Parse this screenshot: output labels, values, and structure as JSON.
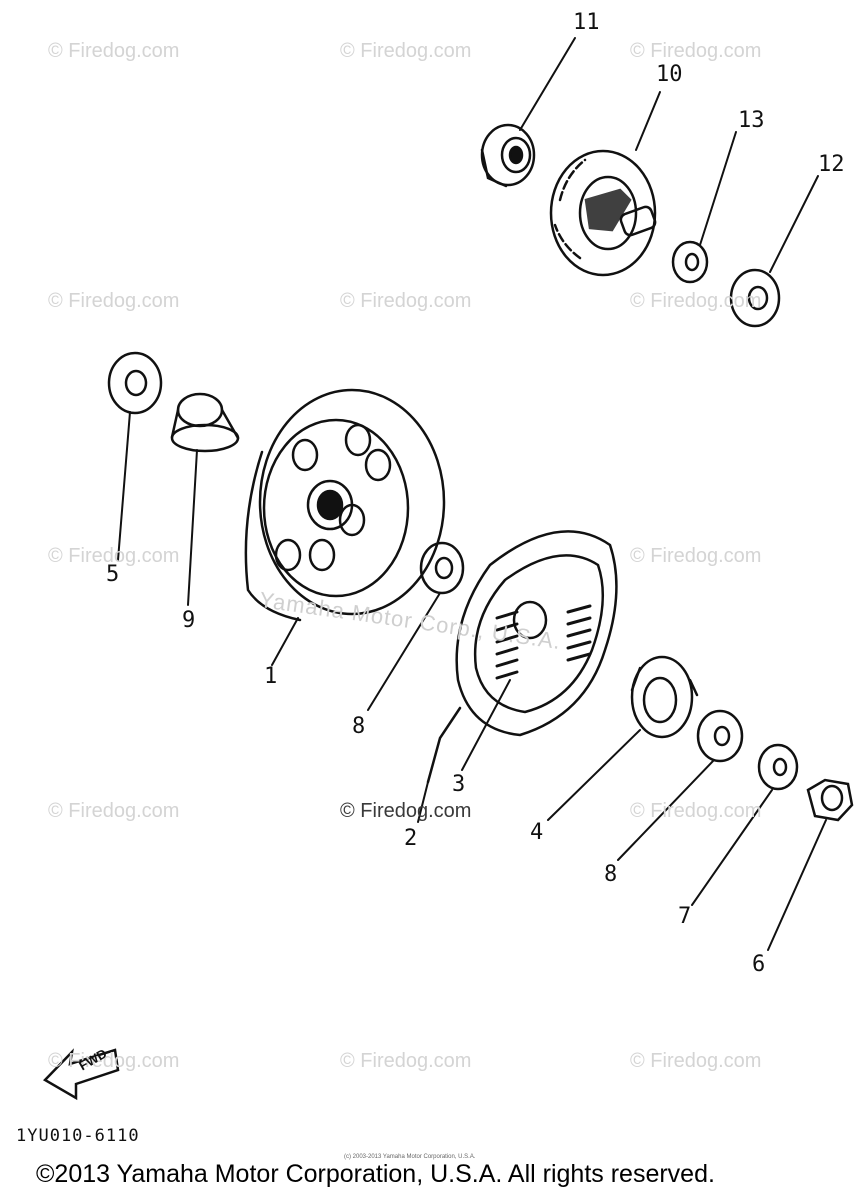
{
  "watermark": "© Firedog.com",
  "center_watermark": "Yamaha Motor Corp., U.S.A.",
  "callouts": {
    "c1": "1",
    "c2": "2",
    "c3": "3",
    "c4": "4",
    "c5": "5",
    "c6": "6",
    "c7": "7",
    "c8a": "8",
    "c8b": "8",
    "c9": "9",
    "c10": "10",
    "c11": "11",
    "c12": "12",
    "c13": "13"
  },
  "fwd_label": "FWD",
  "diagram_code": "1YU010-6110",
  "small_print": "(c) 2003-2013 Yamaha Motor Corporation, U.S.A.",
  "copyright": "©2013 Yamaha Motor Corporation, U.S.A. All rights reserved."
}
